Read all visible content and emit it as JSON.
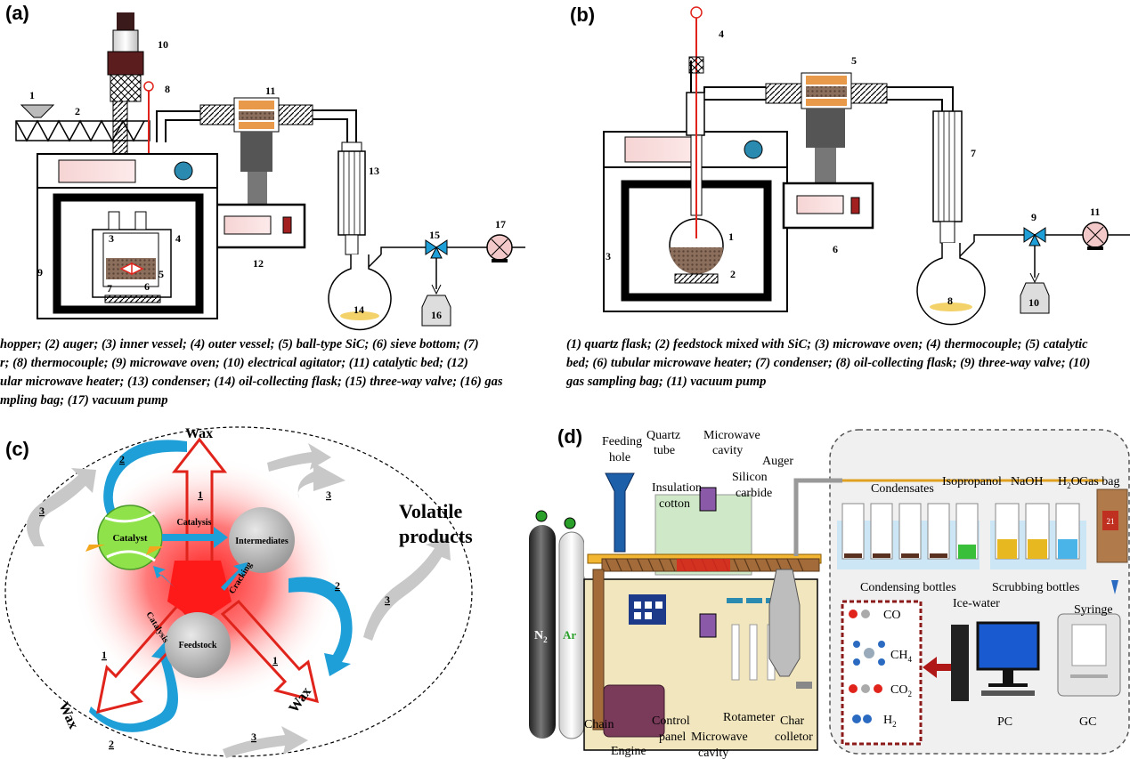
{
  "panels": {
    "a": {
      "label": "(a)",
      "numbers": [
        "1",
        "2",
        "3",
        "4",
        "5",
        "6",
        "7",
        "8",
        "9",
        "10",
        "11",
        "12",
        "13",
        "14",
        "15",
        "16",
        "17"
      ],
      "caption": [
        "hopper; (2) auger; (3) inner vessel; (4) outer vessel; (5) ball-type SiC; (6) sieve bottom; (7)",
        "r; (8) thermocouple; (9) microwave oven; (10) electrical agitator; (11) catalytic bed; (12)",
        "ular microwave heater; (13) condenser; (14) oil-collecting flask; (15) three-way valve; (16) gas",
        "mpling bag; (17) vacuum pump"
      ]
    },
    "b": {
      "label": "(b)",
      "numbers": [
        "1",
        "2",
        "3",
        "4",
        "5",
        "6",
        "7",
        "8",
        "9",
        "10",
        "11"
      ],
      "caption": [
        "(1) quartz flask; (2) feedstock mixed with SiC; (3) microwave oven; (4) thermocouple; (5) catalytic",
        "bed; (6) tubular microwave heater; (7) condenser; (8) oil-collecting flask; (9) three-way valve; (10)",
        "gas sampling bag; (11) vacuum pump"
      ]
    },
    "c": {
      "label": "(c)",
      "catalyst": "Catalyst",
      "intermediates": "Intermediates",
      "feedstock": "Feedstock",
      "catalysis_top": "Catalysis",
      "catalysis_side": "Catalysis",
      "cracking": "Cracking",
      "wax_top": "Wax",
      "wax_left": "Wax",
      "wax_right": "Wax",
      "volatile_line1": "Volatile",
      "volatile_line2": "products",
      "step_labels": [
        "1",
        "1",
        "1",
        "2",
        "2",
        "2",
        "3",
        "3",
        "3",
        "3"
      ]
    },
    "d": {
      "label": "(d)",
      "feeding_hole": [
        "Feeding",
        "hole"
      ],
      "quartz_tube": [
        "Quartz",
        "tube"
      ],
      "microwave_cavity_top": [
        "Microwave",
        "cavity"
      ],
      "insulation_cotton": [
        "Insulation",
        "cotton"
      ],
      "silicon_carbide": [
        "Silicon",
        "carbide"
      ],
      "auger": "Auger",
      "condensates": "Condensates",
      "isopropanol": "Isopropanol",
      "naoh": "NaOH",
      "h2o": "H",
      "h2o_sub": "2",
      "h2o_tail": "O",
      "gas_bag": "Gas bag",
      "n2": "N",
      "n2_sub": "2",
      "ar": "Ar",
      "condensing_bottles": "Condensing bottles",
      "scrubbing_bottles": "Scrubbing bottles",
      "ice_water": "Ice-water",
      "syringe": "Syringe",
      "co": "CO",
      "ch4": "CH",
      "ch4_sub": "4",
      "co2": "CO",
      "co2_sub": "2",
      "h2": "H",
      "h2_sub": "2",
      "pc": "PC",
      "gc": "GC",
      "chain": "Chain",
      "engine": "Engine",
      "control_panel": [
        "Control",
        "panel"
      ],
      "microwave_cavity_bottom": [
        "Microwave",
        "cavity"
      ],
      "rotameter": "Rotameter",
      "char_colletor": [
        "Char",
        "colletor"
      ],
      "gas_bag_mark": "21"
    }
  },
  "colors": {
    "red_flow": "#e0241c",
    "blue_arrow": "#1f9fd8",
    "grey_arrow": "#c8c8c8",
    "catalyst_green": "#8fe24a",
    "oven_body": "#f2e6be",
    "dark_red_frame": "#8b1a1a"
  }
}
